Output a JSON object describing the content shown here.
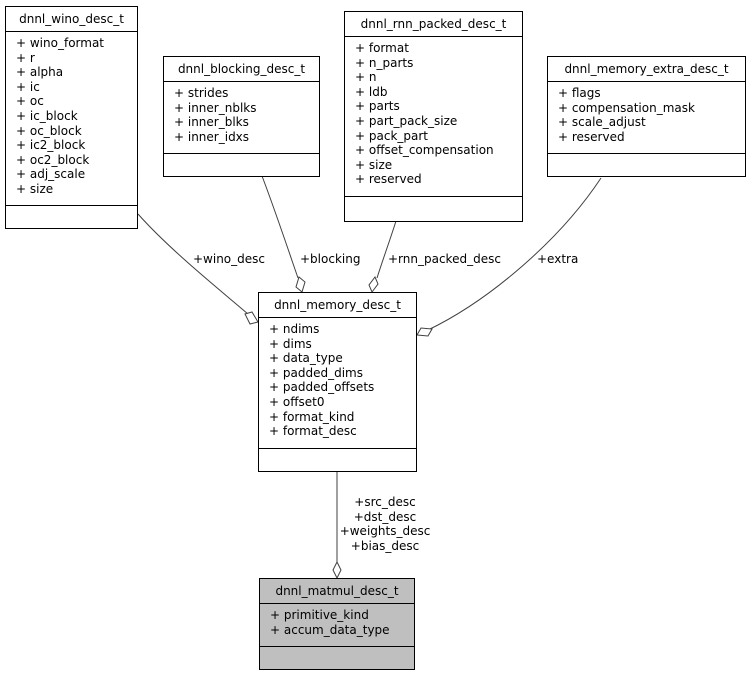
{
  "classes": {
    "wino": {
      "name": "dnnl_wino_desc_t",
      "attributes": [
        "+ wino_format",
        "+ r",
        "+ alpha",
        "+ ic",
        "+ oc",
        "+ ic_block",
        "+ oc_block",
        "+ ic2_block",
        "+ oc2_block",
        "+ adj_scale",
        "+ size"
      ]
    },
    "blocking": {
      "name": "dnnl_blocking_desc_t",
      "attributes": [
        "+ strides",
        "+ inner_nblks",
        "+ inner_blks",
        "+ inner_idxs"
      ]
    },
    "rnn_packed": {
      "name": "dnnl_rnn_packed_desc_t",
      "attributes": [
        "+ format",
        "+ n_parts",
        "+ n",
        "+ ldb",
        "+ parts",
        "+ part_pack_size",
        "+ pack_part",
        "+ offset_compensation",
        "+ size",
        "+ reserved"
      ]
    },
    "memory_extra": {
      "name": "dnnl_memory_extra_desc_t",
      "attributes": [
        "+ flags",
        "+ compensation_mask",
        "+ scale_adjust",
        "+ reserved"
      ]
    },
    "memory": {
      "name": "dnnl_memory_desc_t",
      "attributes": [
        "+ ndims",
        "+ dims",
        "+ data_type",
        "+ padded_dims",
        "+ padded_offsets",
        "+ offset0",
        "+ format_kind",
        "+ format_desc"
      ]
    },
    "matmul": {
      "name": "dnnl_matmul_desc_t",
      "attributes": [
        "+ primitive_kind",
        "+ accum_data_type"
      ]
    }
  },
  "edges": {
    "wino_desc": "+wino_desc",
    "blocking": "+blocking",
    "rnn_packed_desc": "+rnn_packed_desc",
    "extra": "+extra",
    "memory_to_matmul": [
      "+src_desc",
      "+dst_desc",
      "+weights_desc",
      "+bias_desc"
    ]
  },
  "colors": {
    "line": "#404040",
    "highlight_fill": "#bfbfbf"
  }
}
